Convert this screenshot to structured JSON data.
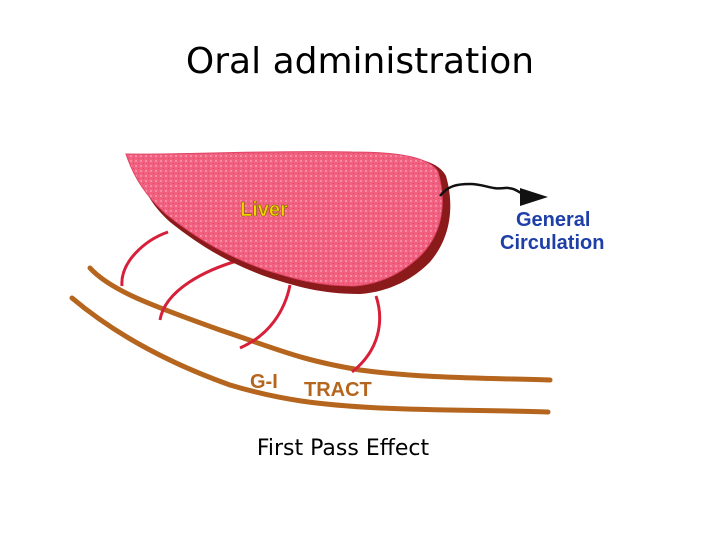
{
  "slide": {
    "title": "Oral administration",
    "caption": "First Pass Effect"
  },
  "diagram": {
    "liver_label": "Liver",
    "circulation_label_line1": "General",
    "circulation_label_line2": "Circulation",
    "gi_label_part1": "G-I",
    "gi_label_part2": "TRACT",
    "colors": {
      "liver_fill": "#f2607f",
      "liver_shadow": "#8b1a1a",
      "liver_label": "#f5d400",
      "vessel": "#d81f3a",
      "gi_tract": "#b5651d",
      "circulation_label": "#1f3fa8",
      "arrow": "#111111"
    }
  }
}
